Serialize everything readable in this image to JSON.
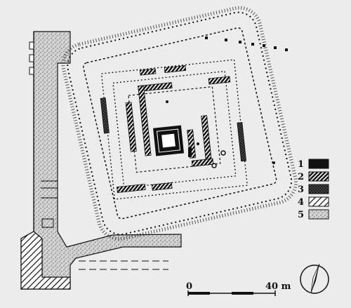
{
  "colors": {
    "background": "#ececec",
    "ink": "#111111",
    "stipple": "#cfcfcf"
  },
  "legend": {
    "items": [
      {
        "label": "1",
        "pattern": "solid-black"
      },
      {
        "label": "2",
        "pattern": "dense-hatch"
      },
      {
        "label": "3",
        "pattern": "cross-hatch"
      },
      {
        "label": "4",
        "pattern": "sparse-hatch"
      },
      {
        "label": "5",
        "pattern": "stipple"
      }
    ]
  },
  "scale_bar": {
    "start_label": "0",
    "end_label": "40 m"
  },
  "compass": {
    "icon": "north-arrow-icon"
  }
}
